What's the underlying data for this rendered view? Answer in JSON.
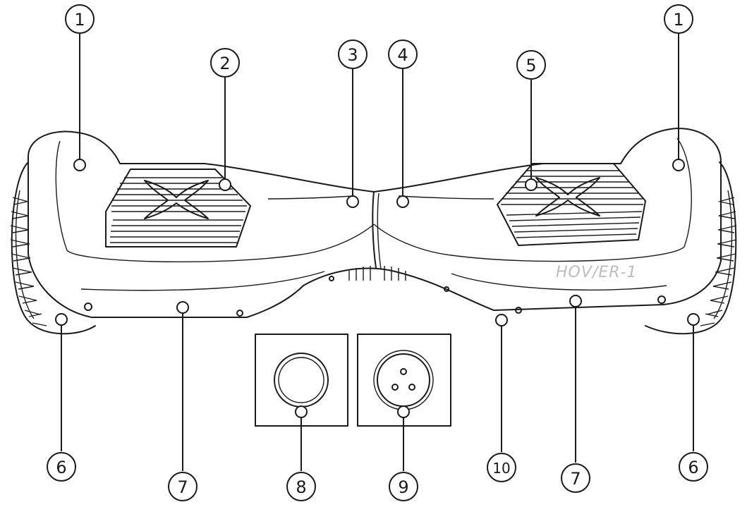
{
  "brand": {
    "text": "HOV∕ER-1",
    "color": "#bdbdbd"
  },
  "callouts": {
    "c1_left": "1",
    "c1_right": "1",
    "c2": "2",
    "c3": "3",
    "c4": "4",
    "c5": "5",
    "c6_left": "6",
    "c6_right": "6",
    "c7_left": "7",
    "c7_right": "7",
    "c8": "8",
    "c9": "9",
    "c10": "10"
  },
  "colors": {
    "ink": "#1a1a1a",
    "fill": "#ffffff",
    "tread": "#555555"
  }
}
